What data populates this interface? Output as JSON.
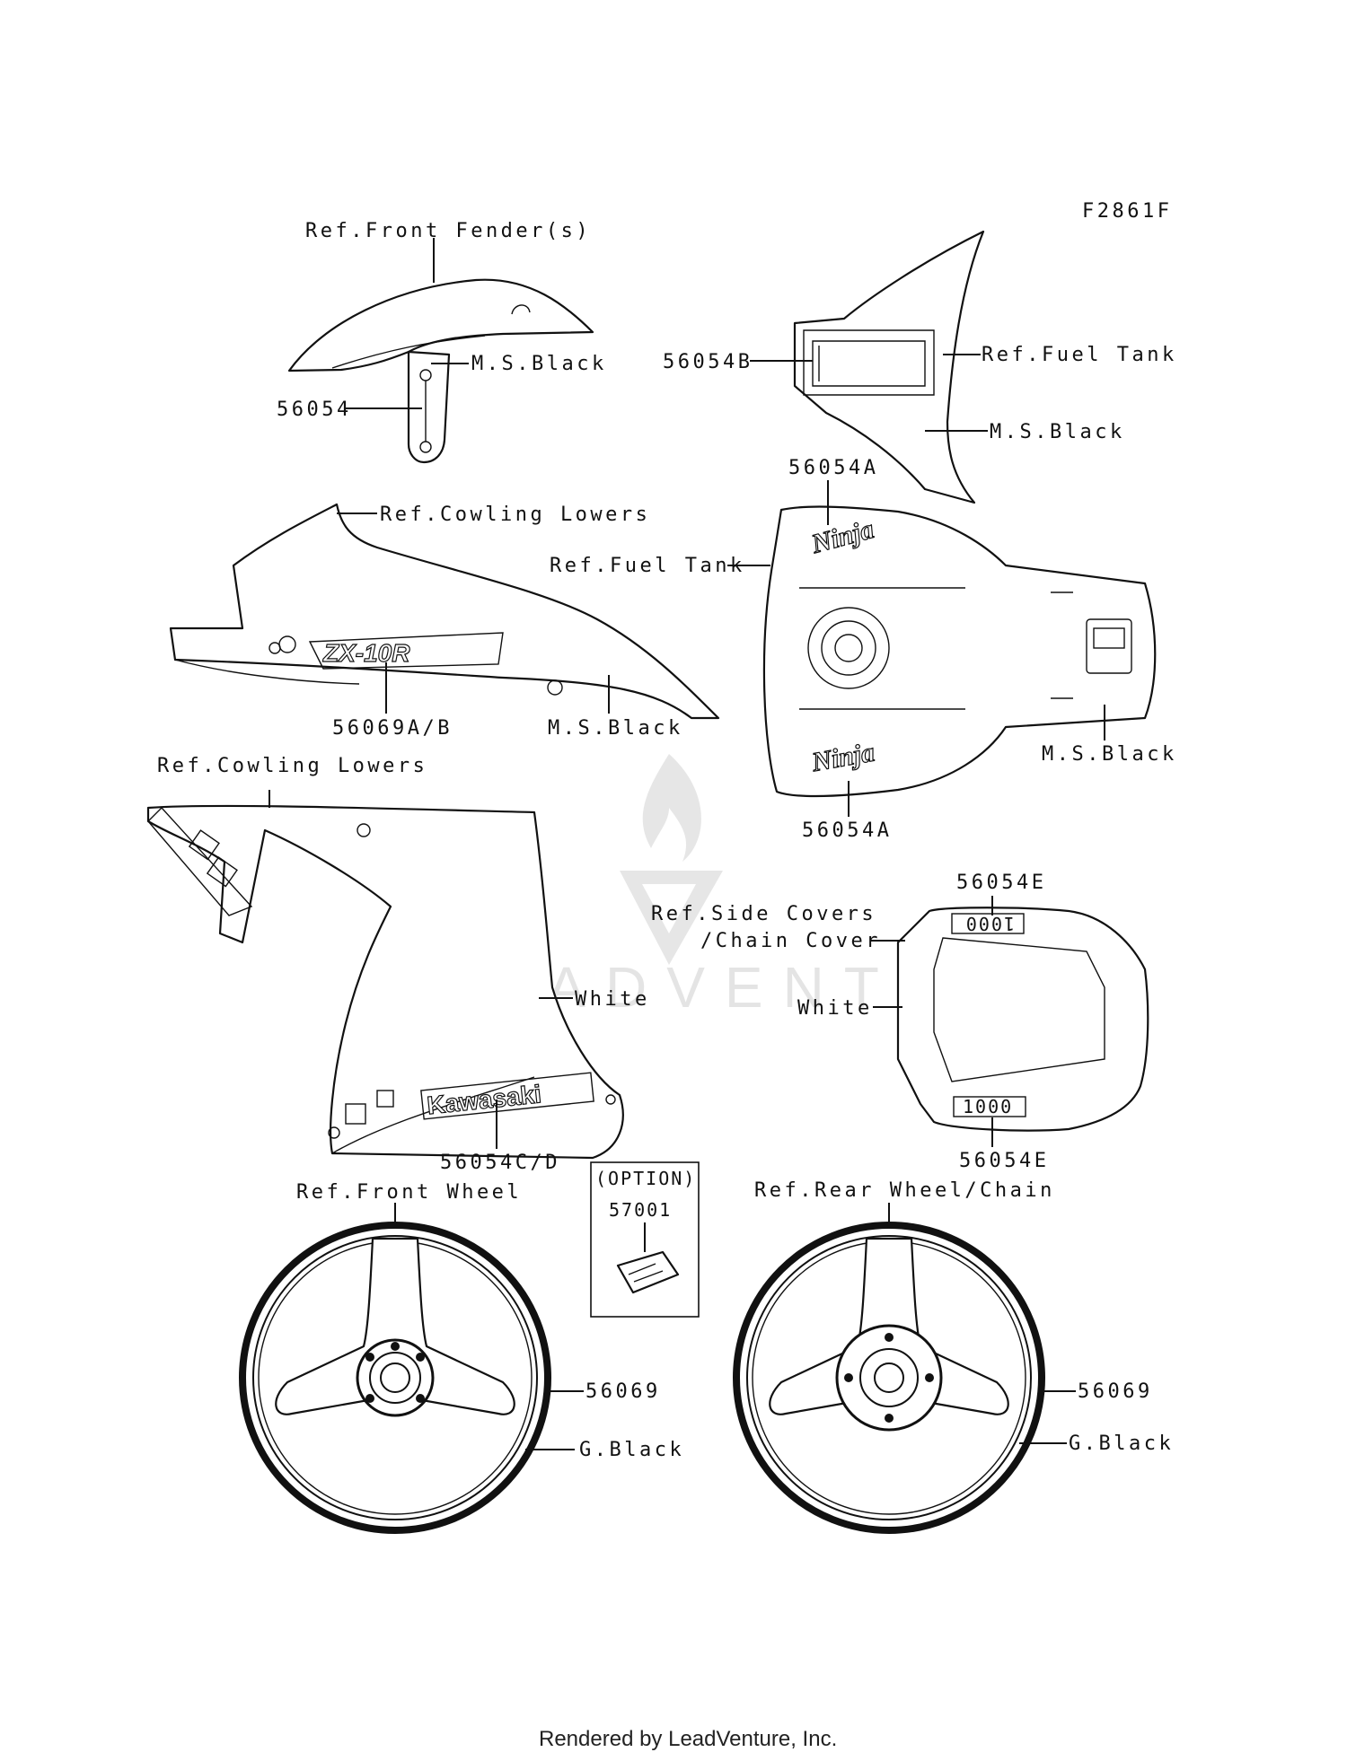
{
  "figure_code": "F2861F",
  "watermark_text": "LEADVENTURE",
  "footer": "Rendered by LeadVenture, Inc.",
  "option_box": {
    "title": "(OPTION)",
    "part": "57001"
  },
  "callouts": {
    "front_fender_ref": "Ref.Front Fender(s)",
    "fender_color": "M.S.Black",
    "fender_part": "56054",
    "tank_cover_ref": "Ref.Fuel Tank",
    "tank_cover_part": "56054B",
    "tank_cover_color": "M.S.Black",
    "cowl_upper_ref": "Ref.Cowling Lowers",
    "cowl_upper_part": "56069A/B",
    "cowl_upper_color": "M.S.Black",
    "tank_part_top": "56054A",
    "tank_ref": "Ref.Fuel Tank",
    "tank_part_bottom": "56054A",
    "tank_color": "M.S.Black",
    "cowl_lower_ref": "Ref.Cowling Lowers",
    "cowl_lower_color": "White",
    "cowl_lower_part": "56054C/D",
    "side_cover_part_top": "56054E",
    "side_cover_ref_1": "Ref.Side Covers",
    "side_cover_ref_2": "/Chain Cover",
    "side_cover_color": "White",
    "side_cover_part_bottom": "56054E",
    "front_wheel_ref": "Ref.Front Wheel",
    "front_wheel_part": "56069",
    "front_wheel_color": "G.Black",
    "rear_wheel_ref": "Ref.Rear Wheel/Chain",
    "rear_wheel_part": "56069",
    "rear_wheel_color": "G.Black"
  },
  "decals": {
    "zx": "ZX-10R",
    "kawasaki": "Kawasaki",
    "ninja": "Ninja",
    "num": "1000"
  }
}
